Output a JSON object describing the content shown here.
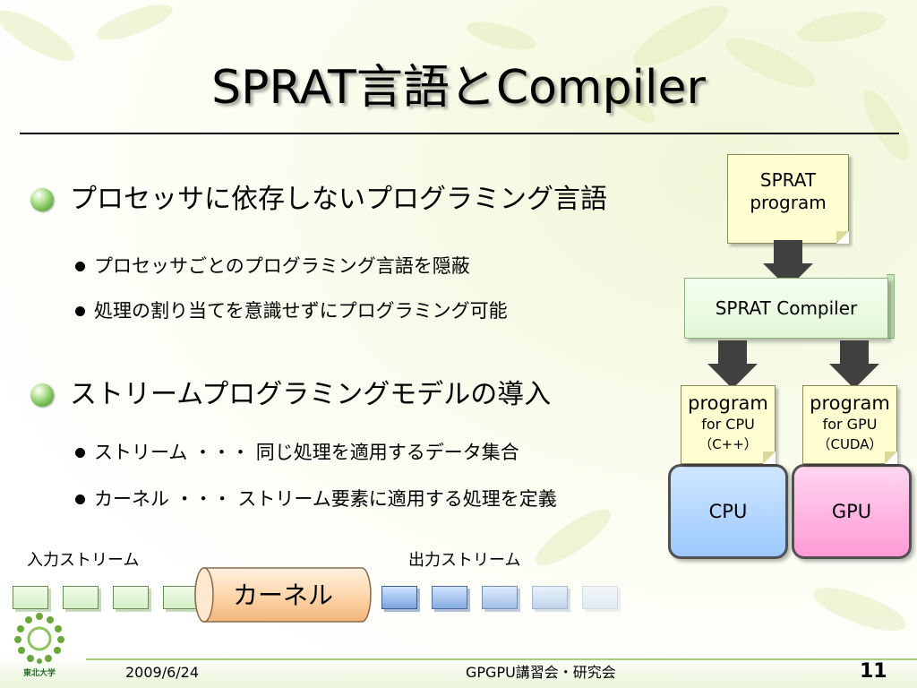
{
  "slide": {
    "title": "SPRAT言語とCompiler",
    "bullets": [
      {
        "text": "プロセッサに依存しないプログラミング言語",
        "sub": [
          "プロセッサごとのプログラミング言語を隠蔽",
          "処理の割り当てを意識せずにプログラミング可能"
        ]
      },
      {
        "text": "ストリームプログラミングモデルの導入",
        "sub": [
          "ストリーム ・・・ 同じ処理を適用するデータ集合",
          "カーネル ・・・ ストリーム要素に適用する処理を定義"
        ]
      }
    ]
  },
  "diagram": {
    "sprat_program": [
      "SPRAT",
      "program"
    ],
    "compiler": "SPRAT Compiler",
    "cpu_program": {
      "l1": "program",
      "l2": "for CPU",
      "l3": "（C++）"
    },
    "gpu_program": {
      "l1": "program",
      "l2": "for GPU",
      "l3": "（CUDA）"
    },
    "cpu_label": "CPU",
    "gpu_label": "GPU"
  },
  "stream": {
    "input_label": "入力ストリーム",
    "output_label": "出力ストリーム",
    "kernel_label": "カーネル"
  },
  "footer": {
    "date": "2009/6/24",
    "center": "GPGPU講習会・研究会",
    "page": "11",
    "logo_text": "東北大学"
  },
  "colors": {
    "accent_green": "#7ec35a",
    "note_yellow": "#ffffd2",
    "cpu_blue": "#9cc9ff",
    "gpu_pink": "#ff9ad6",
    "kernel_orange": "#fcc890",
    "output_blue": "#7aa4dd"
  }
}
